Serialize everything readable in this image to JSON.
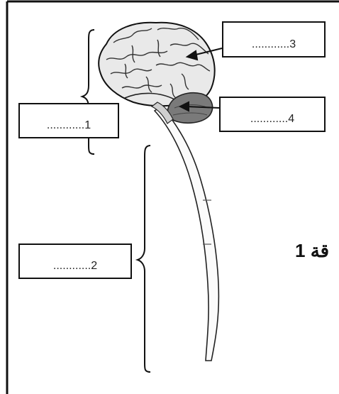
{
  "labels": {
    "box_1": "............1",
    "box_2": "............2",
    "box_3": "............3",
    "box_4": "............4"
  },
  "fragment_text": "قة 1",
  "colors": {
    "stroke": "#111111",
    "brain_fill": "#e9e9e9",
    "cerebellum": "#7a7a7a"
  }
}
